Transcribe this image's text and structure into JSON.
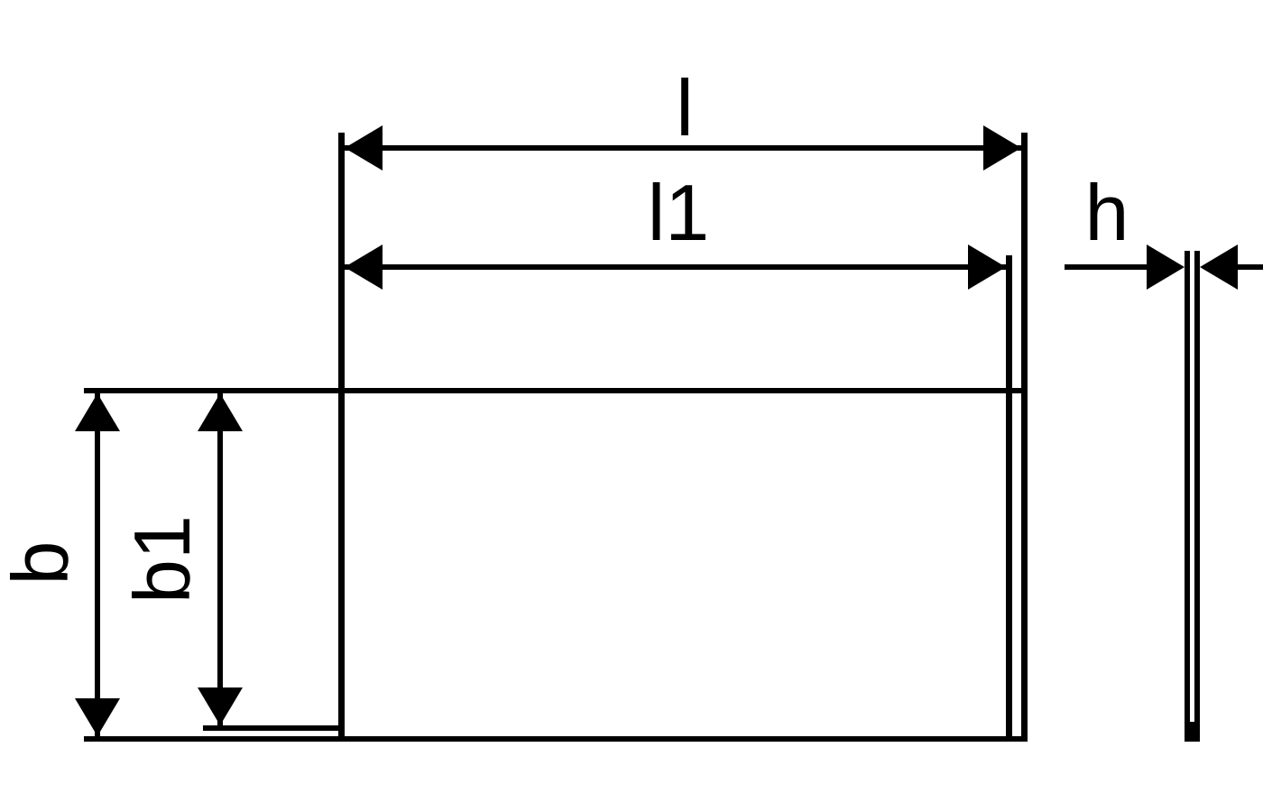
{
  "drawing": {
    "labels": {
      "l": "l",
      "l1": "l1",
      "h": "h",
      "b": "b",
      "b1": "b1"
    },
    "colors": {
      "ink": "#000000",
      "background": "#ffffff"
    }
  }
}
